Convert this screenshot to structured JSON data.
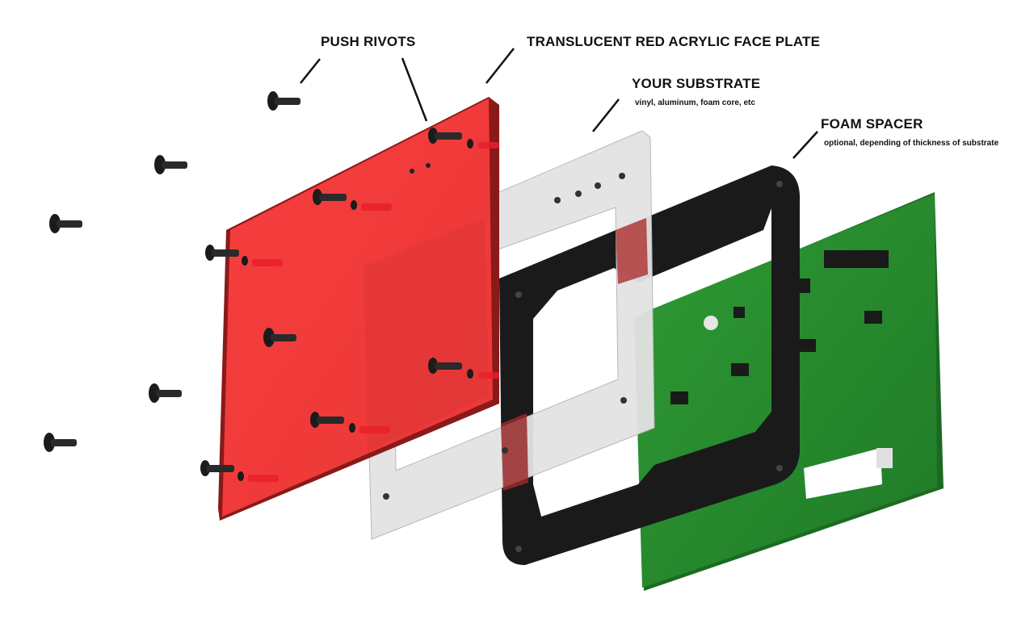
{
  "labels": {
    "push_rivots": "PUSH RIVOTS",
    "face_plate": "TRANSLUCENT RED ACRYLIC FACE PLATE",
    "substrate": "YOUR SUBSTRATE",
    "substrate_note": "vinyl, aluminum, foam core, etc",
    "foam_spacer": "FOAM SPACER",
    "foam_spacer_note": "optional, depending of thickness of substrate"
  },
  "colors": {
    "face_plate": "#ff3b3b",
    "substrate": "#e6e6e6",
    "foam": "#1a1a1a",
    "pcb": "#2a8a2f",
    "rivet": "#1b1b1b",
    "rivet_shadow": "#e8202a"
  },
  "icons": {
    "rivet": "rivet-icon",
    "pcb": "pcb-board-icon"
  }
}
